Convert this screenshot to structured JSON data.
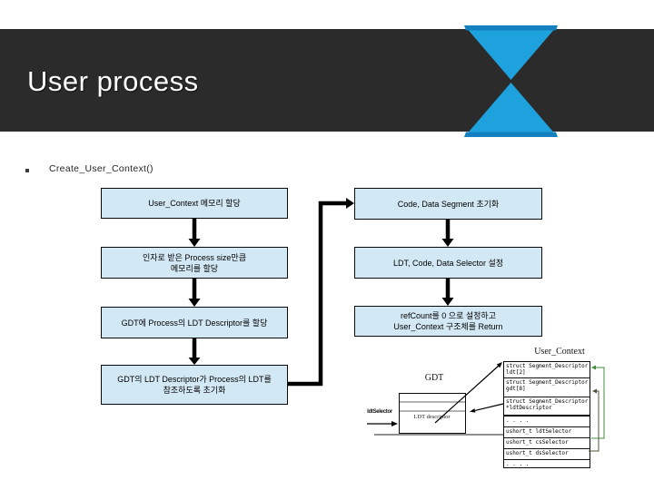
{
  "slide": {
    "title": "User process",
    "bullet": "Create_User_Context()"
  },
  "flowchart": {
    "left": [
      {
        "lines": [
          "User_Context 메모리 할당"
        ]
      },
      {
        "lines": [
          "인자로 받은 Process size만큼",
          "메모리를 할당"
        ]
      },
      {
        "lines": [
          "GDT에 Process의 LDT Descriptor를 할당"
        ]
      },
      {
        "lines": [
          "GDT의 LDT Descriptor가 Process의 LDT를",
          "참조하도록 초기화"
        ]
      }
    ],
    "right": [
      {
        "lines": [
          "Code, Data Segment 초기화"
        ]
      },
      {
        "lines": [
          "LDT, Code, Data Selector 설정"
        ]
      },
      {
        "lines": [
          "refCount를 0 으로 설정하고",
          "User_Context 구조체를 Return"
        ]
      }
    ]
  },
  "diagram": {
    "user_context_label": "User_Context",
    "gdt_label": "GDT",
    "gdt_slot_label": "LDT descriptor",
    "ldt_selector_label": "ldtSelector",
    "table_rows": [
      {
        "lines": [
          "struct Segment_Descriptor",
          "ldt[2]"
        ]
      },
      {
        "lines": [
          "struct Segment_Descriptor",
          "gdt[8]"
        ]
      },
      {
        "lines": [
          "struct Segment_Descriptor",
          "*ldtDescriptor"
        ]
      },
      {
        "lines": [
          ". . . ."
        ]
      },
      {
        "lines": [
          "ushort_t ldtSelector"
        ]
      },
      {
        "lines": [
          "ushort_t csSelector"
        ]
      },
      {
        "lines": [
          "ushort_t dsSelector"
        ]
      },
      {
        "lines": [
          ". . . ."
        ]
      }
    ]
  },
  "colors": {
    "header_bg": "#2b2b2b",
    "accent_blue": "#1ea2dd",
    "accent_blue_dark": "#1580bf",
    "box_fill": "#d3e8f5",
    "arrow_black": "#000000",
    "green_connector": "#3f8c3f",
    "olive_connector": "#52523f"
  }
}
